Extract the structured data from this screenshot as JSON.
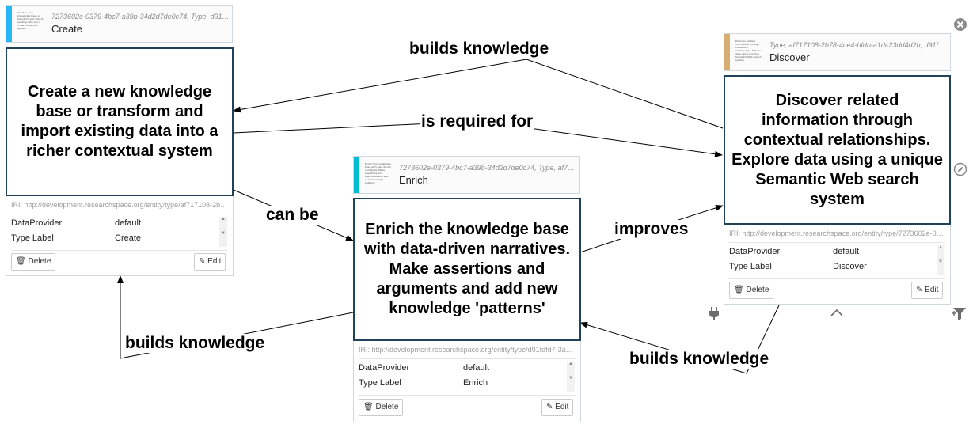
{
  "nodes": {
    "create": {
      "thumb_text": "Create a new knowledge base or transform and import existing data into a richer contextual system",
      "subtitle": "7273602e-0379-4bc7-a39b-34d2d7de0c74, Type, d91fdfd7-...",
      "title": "Create",
      "body": "Create a new knowledge base or transform and import existing data into a richer contextual system",
      "iri": "IRI: http://development.researchspace.org/entity/type/af717108-2b78-...",
      "props": [
        {
          "key": "DataProvider",
          "value": "default"
        },
        {
          "key": "Type Label",
          "value": "Create"
        }
      ],
      "delete_label": "Delete",
      "edit_label": "Edit",
      "accent": "#29b6f6"
    },
    "enrich": {
      "thumb_text": "Enrich the knowledge base with data-driven narratives. Make assertions and arguments and add new knowledge patterns",
      "subtitle": "7273602e-0379-4bc7-a39b-34d2d7de0c74, Type, af717108-...",
      "title": "Enrich",
      "body": "Enrich the knowledge base with data-driven narratives. Make assertions and arguments and add new knowledge 'patterns'",
      "iri": "IRI: http://development.researchspace.org/entity/type/d91fdfd7-3acb-...",
      "props": [
        {
          "key": "DataProvider",
          "value": "default"
        },
        {
          "key": "Type Label",
          "value": "Enrich"
        }
      ],
      "delete_label": "Delete",
      "edit_label": "Edit",
      "accent": "#00bcd4"
    },
    "discover": {
      "thumb_text": "Discover related information through contextual relationships. Explore data using a unique Semantic Web search system",
      "subtitle": "Type, af717108-2b78-4ce4-bfdb-a1dc23dd4d2b, d91fdfd7-3...",
      "title": "Discover",
      "body": "Discover related information through contextual relationships. Explore data using a unique Semantic Web search system",
      "iri": "IRI: http://development.researchspace.org/entity/type/7273602e-037...",
      "props": [
        {
          "key": "DataProvider",
          "value": "default"
        },
        {
          "key": "Type Label",
          "value": "Discover"
        }
      ],
      "delete_label": "Delete",
      "edit_label": "Edit",
      "accent": "#d6ad73"
    }
  },
  "links": {
    "discover_create": "builds knowledge",
    "create_discover": "is required for",
    "create_enrich": "can be",
    "enrich_discover": "improves",
    "enrich_create": "builds knowledge",
    "discover_enrich": "builds knowledge"
  },
  "tools": {
    "close_icon": "close-icon",
    "navigate_icon": "compass-icon",
    "plugin_icon": "plug-icon",
    "collapse_icon": "chevron-up-icon",
    "filter_icon": "filter-add-icon"
  }
}
